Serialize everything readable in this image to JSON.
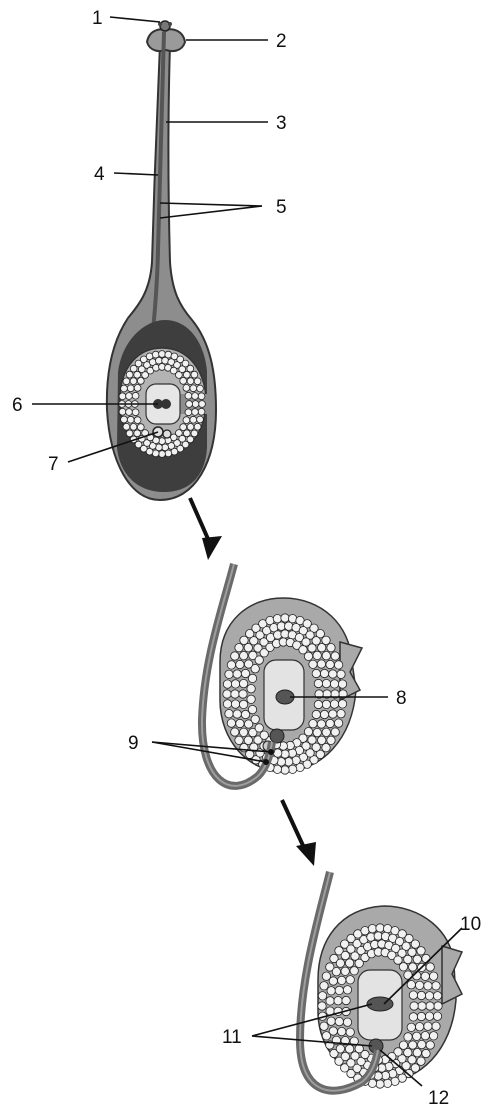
{
  "labels": {
    "l1": "1",
    "l2": "2",
    "l3": "3",
    "l4": "4",
    "l5": "5",
    "l6": "6",
    "l7": "7",
    "l8": "8",
    "l9": "9",
    "l10": "10",
    "l11": "11",
    "l12": "12"
  },
  "colors": {
    "tissue": "#8d8d8d",
    "tube": "#6a6a6a",
    "dark": "#3e3e3e",
    "ovule": "#a9a9a9",
    "sac": "#e3e3e3",
    "ink": "#111111"
  }
}
